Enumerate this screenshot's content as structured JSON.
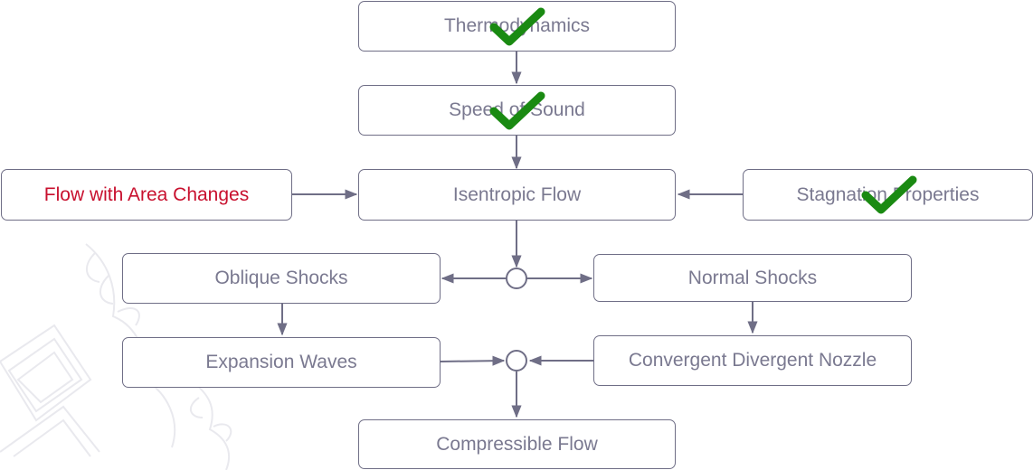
{
  "nodes": {
    "thermodynamics": "Thermodynamics",
    "speed_of_sound": "Speed of Sound",
    "flow_area_changes": "Flow with Area Changes",
    "isentropic_flow": "Isentropic Flow",
    "stagnation_properties": "Stagnation Properties",
    "oblique_shocks": "Oblique Shocks",
    "normal_shocks": "Normal Shocks",
    "expansion_waves": "Expansion Waves",
    "convergent_divergent_nozzle": "Convergent Divergent Nozzle",
    "compressible_flow": "Compressible Flow"
  },
  "completed": [
    "thermodynamics",
    "speed_of_sound",
    "stagnation_properties"
  ],
  "colors": {
    "node_border": "#6f6e86",
    "node_text": "#7a7990",
    "highlight_text": "#c8102e",
    "check": "#1a8a12"
  }
}
